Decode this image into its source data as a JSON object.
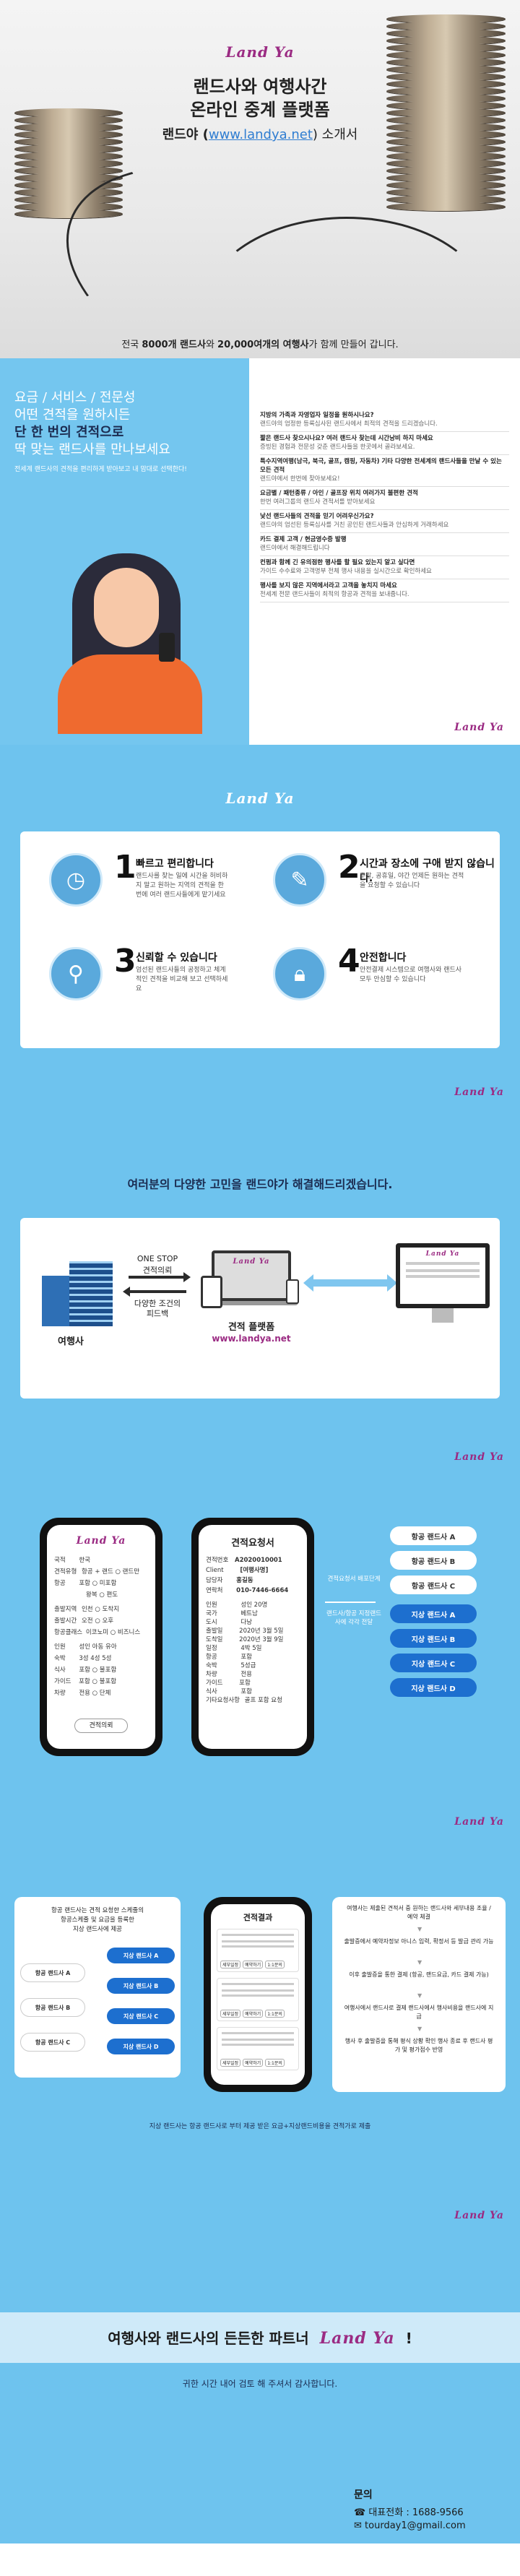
{
  "brand": {
    "logo": "Land Ya",
    "accent": "#9b2b83",
    "blue": "#6ec3ee",
    "btn_blue": "#1d6fcf"
  },
  "hero": {
    "title1": "랜드사와 여행사간",
    "title2": "온라인 중계 플랫폼",
    "subtitle_pre": "랜드야 (",
    "subtitle_link": "www.landya.net",
    "subtitle_post": ") 소개서",
    "footer_pre": "전국 ",
    "footer_b1": "8000개 랜드사",
    "footer_mid": "와 ",
    "footer_b2": "20,000여개의 여행사",
    "footer_post": "가 함께 만들어 갑니다."
  },
  "s2": {
    "headline1": "요금 / 서비스 / 전문성",
    "headline2": "어떤 견적을 원하시든",
    "headline3": "단 한 번의 견적으로",
    "headline4": "딱 맞는 랜드사를 만나보세요",
    "sub": "전세계 랜드사의 견적을 편리하게 받아보고 내 맘대로 선택한다!",
    "faq": [
      {
        "q": "지방의 가족과 자영업자 일정을 원하시나요?",
        "a": "랜드야의 엄정한 등록심사된 랜드사에서 최적의 견적을 드리겠습니다."
      },
      {
        "q": "짧은 랜드사 찾으시나요? 여러 랜드사 찾는데 시간낭비 하지 마세요",
        "a": "증빙된 경험과 전문성 갖춘 랜드사들을 한곳에서 골라보세요."
      },
      {
        "q": "특수지역여행(남극, 북극, 골프, 캠핑, 자동차) 기타 다양한 전세계의 랜드사들을 만날 수 있는 모든 견적",
        "a": "랜드야에서 한번에 찾아보세요!"
      },
      {
        "q": "요금별 / 패턴종류 / 아인 / 골프장 위치 여러가지 불편한 견적",
        "a": "한번 여러그룹의 랜드사 견적서를 받아보세요"
      },
      {
        "q": "낯선 랜드사들의 견적을 믿기 어려우신가요?",
        "a": "랜드야의 엄선된 등록심사를 거친 공인된 랜드사들과 안심하게 거래하세요"
      },
      {
        "q": "카드 결제 고객 / 현금영수증 발행",
        "a": "랜드야에서 해결해드립니다"
      },
      {
        "q": "컨펌과 함께 긴 유의점한 행사를 할 필요 있는지 알고 싶다면",
        "a": "가이드 수수료와 고객명부 전체 행사 내용을 실시간으로 확인하세요"
      },
      {
        "q": "행사를 보지 않은 지역에서라고 고객을 놓치지 마세요",
        "a": "전세계 전문 랜드사들이 최적의 항공과 견적을 보내줍니다."
      }
    ]
  },
  "s3": {
    "cards": [
      {
        "num": "1",
        "title": "빠르고 편리합니다",
        "desc": "랜드사를 찾는 일에 시간을 허비하지 말고 원하는 지역의 견적을 한번에 여러 랜드사들에게 맡기세요"
      },
      {
        "num": "2",
        "title": "시간과 장소에 구애 받지 않습니다.",
        "desc": "주말, 공휴일, 야간 언제든 원하는 견적을 요청할 수 있습니다"
      },
      {
        "num": "3",
        "title": "신뢰할 수 있습니다",
        "desc": "엄선된 랜드사들의 공정하고 체계적인 견적을 비교해 보고 선택하세요"
      },
      {
        "num": "4",
        "title": "안전합니다",
        "desc": "안전결제 시스템으로 여행사와 랜드사 모두 안심할 수 있습니다"
      }
    ]
  },
  "s4": {
    "headline": "여러분의 다양한 고민을 랜드야가 해결해드리겠습니다.",
    "agency_label": "여행사",
    "arrow_top1": "ONE STOP",
    "arrow_top2": "견적의뢰",
    "arrow_bottom1": "다양한 조건의",
    "arrow_bottom2": "피드백",
    "platform_label": "견적 플랫폼",
    "url": "www.landya.net"
  },
  "s5": {
    "phone1": {
      "rows": [
        {
          "k": "국적",
          "v": "한국"
        },
        {
          "k": "견적유형",
          "v": "항공 + 랜드  ○ 랜드만"
        },
        {
          "k": "항공",
          "v": "포함  ○ 미포함"
        },
        {
          "k": "",
          "v": "왕복  ○ 편도"
        },
        {
          "k": "출발지역",
          "v": "인천  ○  도착지"
        },
        {
          "k": "출발시간",
          "v": "오전  ○  오후"
        },
        {
          "k": "항공클래스",
          "v": "이코노미  ○ 비즈니스"
        },
        {
          "k": "인원",
          "v": "성인  아동  유아"
        },
        {
          "k": "숙박",
          "v": "3성  4성  5성"
        },
        {
          "k": "식사",
          "v": "포함  ○ 불포함"
        },
        {
          "k": "가이드",
          "v": "포함  ○ 불포함"
        },
        {
          "k": "차량",
          "v": "전용  ○ 단체"
        }
      ],
      "button": "견적의뢰"
    },
    "phone2": {
      "title": "견적요청서",
      "rows": [
        {
          "k": "견적번호",
          "v": "A2020010001"
        },
        {
          "k": "Client",
          "v": "[여행사명]"
        },
        {
          "k": "담당자",
          "v": "홍길동"
        },
        {
          "k": "연락처",
          "v": "010-7446-6664"
        },
        {
          "k": "인원",
          "v": "성인 20명"
        },
        {
          "k": "국가",
          "v": "베트남"
        },
        {
          "k": "도시",
          "v": "다낭"
        },
        {
          "k": "출발일",
          "v": "2020년 3월 5일"
        },
        {
          "k": "도착일",
          "v": "2020년 3월 9일"
        },
        {
          "k": "일정",
          "v": "4박 5일"
        },
        {
          "k": "항공",
          "v": "포함"
        },
        {
          "k": "숙박",
          "v": "5성급"
        },
        {
          "k": "차량",
          "v": "전용"
        },
        {
          "k": "가이드",
          "v": "포함"
        },
        {
          "k": "식사",
          "v": "포함"
        },
        {
          "k": "기타요청사항",
          "v": "골프 포함 요청"
        }
      ]
    },
    "flow1": "견적요청서 배포단계",
    "flow2": "랜드사/항공 지정랜드사에 각각 전달",
    "left_pills": [
      "항공 랜드사 A",
      "항공 랜드사 B",
      "항공 랜드사 C"
    ],
    "right_pills": [
      "지상 랜드사 A",
      "지상 랜드사 B",
      "지상 랜드사 C",
      "지상 랜드사 D"
    ]
  },
  "s6": {
    "left_text1": "항공 랜드사는 견적 요청한 스케줄의",
    "left_text2": "항공스케줄 및 요금을 등록한",
    "left_text3": "지상 랜드사에 제공",
    "air_pills": [
      "항공 랜드사 A",
      "항공 랜드사 B",
      "항공 랜드사 C"
    ],
    "ground_pills": [
      "지상 랜드사 A",
      "지상 랜드사 B",
      "지상 랜드사 C",
      "지상 랜드사 D"
    ],
    "phone_title": "견적결과",
    "phone_btns": [
      "세부일정",
      "예약하기",
      "1:1문의"
    ],
    "right_boxes": [
      "여행사는 제출된 견적서 중 원하는 랜드사와 세부내용 조율 / 예약 체결",
      "출발증에서 예약자정보 아니스 입력, 확정서 등 발급 관리 가능",
      "이후 출발증을 통한 결제 (항공, 랜드요금, 카드 결제 가능)",
      "여행사에서 랜드사로 결제 랜드사에서 행사비용을 랜드사에 지급",
      "행사 후 출발증을 통해 평식 상황 확인 행사 종료 후 랜드사 평가 및 평가점수 반영"
    ],
    "caption": "지상 랜드사는 항공 랜드사로 부터 제공 받은 요금+지상랜드비용을 견적가로 제출"
  },
  "s7": {
    "partner_pre": "여행사와 랜드사의 든든한 파트너",
    "partner_post": "!",
    "thanks": "귀한 시간 내어 검토 해 주셔서 감사합니다.",
    "contact_title": "문의",
    "phone_label": "대표전화 : 1688-9566",
    "email": "tourday1@gmail.com"
  }
}
